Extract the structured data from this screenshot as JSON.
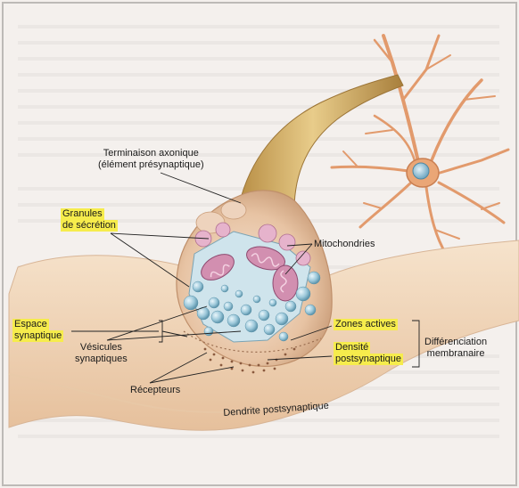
{
  "labels": {
    "terminaison": [
      "Terminaison axonique",
      "(élément présynaptique)"
    ],
    "granules": [
      "Granules",
      "de sécrétion"
    ],
    "mitochondries": "Mitochondries",
    "espace": [
      "Espace",
      "synaptique"
    ],
    "vesicules": [
      "Vésicules",
      "synaptiques"
    ],
    "zones_actives": "Zones actives",
    "densite": [
      "Densité",
      "postsynaptique"
    ],
    "differenciation": [
      "Différenciation",
      "membranaire"
    ],
    "recepteurs": "Récepteurs",
    "dendrite": "Dendrite postsynaptique"
  },
  "colors": {
    "highlight": "#f6ec4c",
    "axon": "#d8b46c",
    "dendrite": "#f2d6b8",
    "neuron": "#e8a878",
    "nucleus": "#9cc6dc",
    "vesicle": "#8fc0d4",
    "mitochondria": "#d895b2"
  },
  "icons": {
    "neuron": "neuron-illustration",
    "synapse": "synapse-illustration"
  }
}
